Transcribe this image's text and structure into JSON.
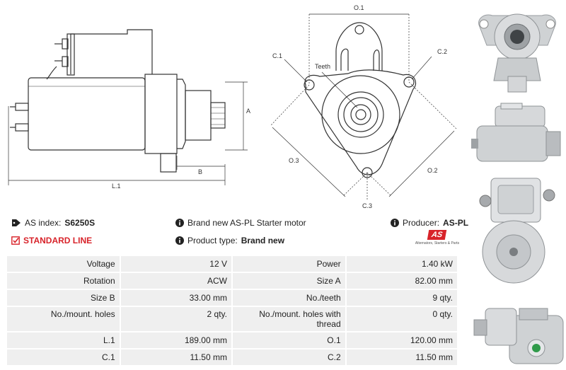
{
  "diagram_labels": {
    "side": {
      "A": "A",
      "B": "B",
      "L1": "L.1"
    },
    "front": {
      "O1": "O.1",
      "C1": "C.1",
      "C2": "C.2",
      "C3": "C.3",
      "O2": "O.2",
      "O3": "O.3",
      "teeth": "Teeth"
    }
  },
  "info": {
    "as_index_label": "AS index:",
    "as_index_value": "S6250S",
    "standard_line": "STANDARD LINE",
    "description": "Brand new AS-PL Starter motor",
    "product_type_label": "Product type:",
    "product_type_value": "Brand new",
    "producer_label": "Producer:",
    "producer_value": "AS-PL",
    "logo_text": "AS",
    "logo_tagline": "Alternators, Starters & Parts"
  },
  "specs": [
    {
      "k1": "Voltage",
      "v1": "12 V",
      "k2": "Power",
      "v2": "1.40 kW"
    },
    {
      "k1": "Rotation",
      "v1": "ACW",
      "k2": "Size A",
      "v2": "82.00 mm"
    },
    {
      "k1": "Size B",
      "v1": "33.00 mm",
      "k2": "No./teeth",
      "v2": "9 qty."
    },
    {
      "k1": "No./mount. holes",
      "v1": "2 qty.",
      "k2": "No./mount. holes with thread",
      "v2": "0 qty."
    },
    {
      "k1": "L.1",
      "v1": "189.00 mm",
      "k2": "O.1",
      "v2": "120.00 mm"
    },
    {
      "k1": "C.1",
      "v1": "11.50 mm",
      "k2": "C.2",
      "v2": "11.50 mm"
    }
  ],
  "colors": {
    "accent": "#d8232a",
    "cell_bg": "#efefef"
  }
}
